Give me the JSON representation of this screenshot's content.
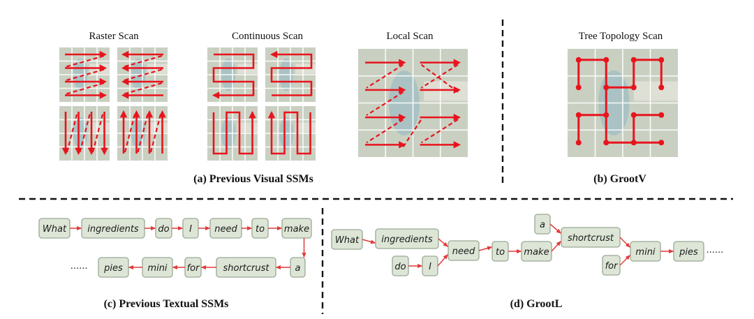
{
  "figure": {
    "panel_a": {
      "caption": "(a) Previous Visual SSMs",
      "subpanels": [
        {
          "title": "Raster Scan"
        },
        {
          "title": "Continuous Scan"
        },
        {
          "title": "Local Scan"
        }
      ]
    },
    "panel_b": {
      "caption": "(b) GrootV",
      "title": "Tree Topology Scan"
    },
    "panel_c": {
      "caption": "(c) Previous Textual SSMs",
      "words_row1": [
        "What",
        "ingredients",
        "do",
        "I",
        "need",
        "to",
        "make"
      ],
      "words_row2": [
        "a",
        "shortcrust",
        "for",
        "mini",
        "pies"
      ],
      "ellipsis": "......"
    },
    "panel_d": {
      "caption": "(d) GrootL",
      "nodes": [
        "What",
        "ingredients",
        "do",
        "I",
        "need",
        "to",
        "make",
        "a",
        "shortcrust",
        "for",
        "mini",
        "pies"
      ],
      "edges": [
        [
          "What",
          "ingredients"
        ],
        [
          "ingredients",
          "need"
        ],
        [
          "do",
          "I"
        ],
        [
          "I",
          "need"
        ],
        [
          "need",
          "to"
        ],
        [
          "to",
          "make"
        ],
        [
          "a",
          "shortcrust"
        ],
        [
          "make",
          "shortcrust"
        ],
        [
          "shortcrust",
          "mini"
        ],
        [
          "for",
          "mini"
        ],
        [
          "mini",
          "pies"
        ]
      ],
      "ellipsis": "......"
    },
    "colors": {
      "arrow": "#e8141d",
      "node_fill": "#dde6d6",
      "node_border": "#9aa896"
    }
  }
}
